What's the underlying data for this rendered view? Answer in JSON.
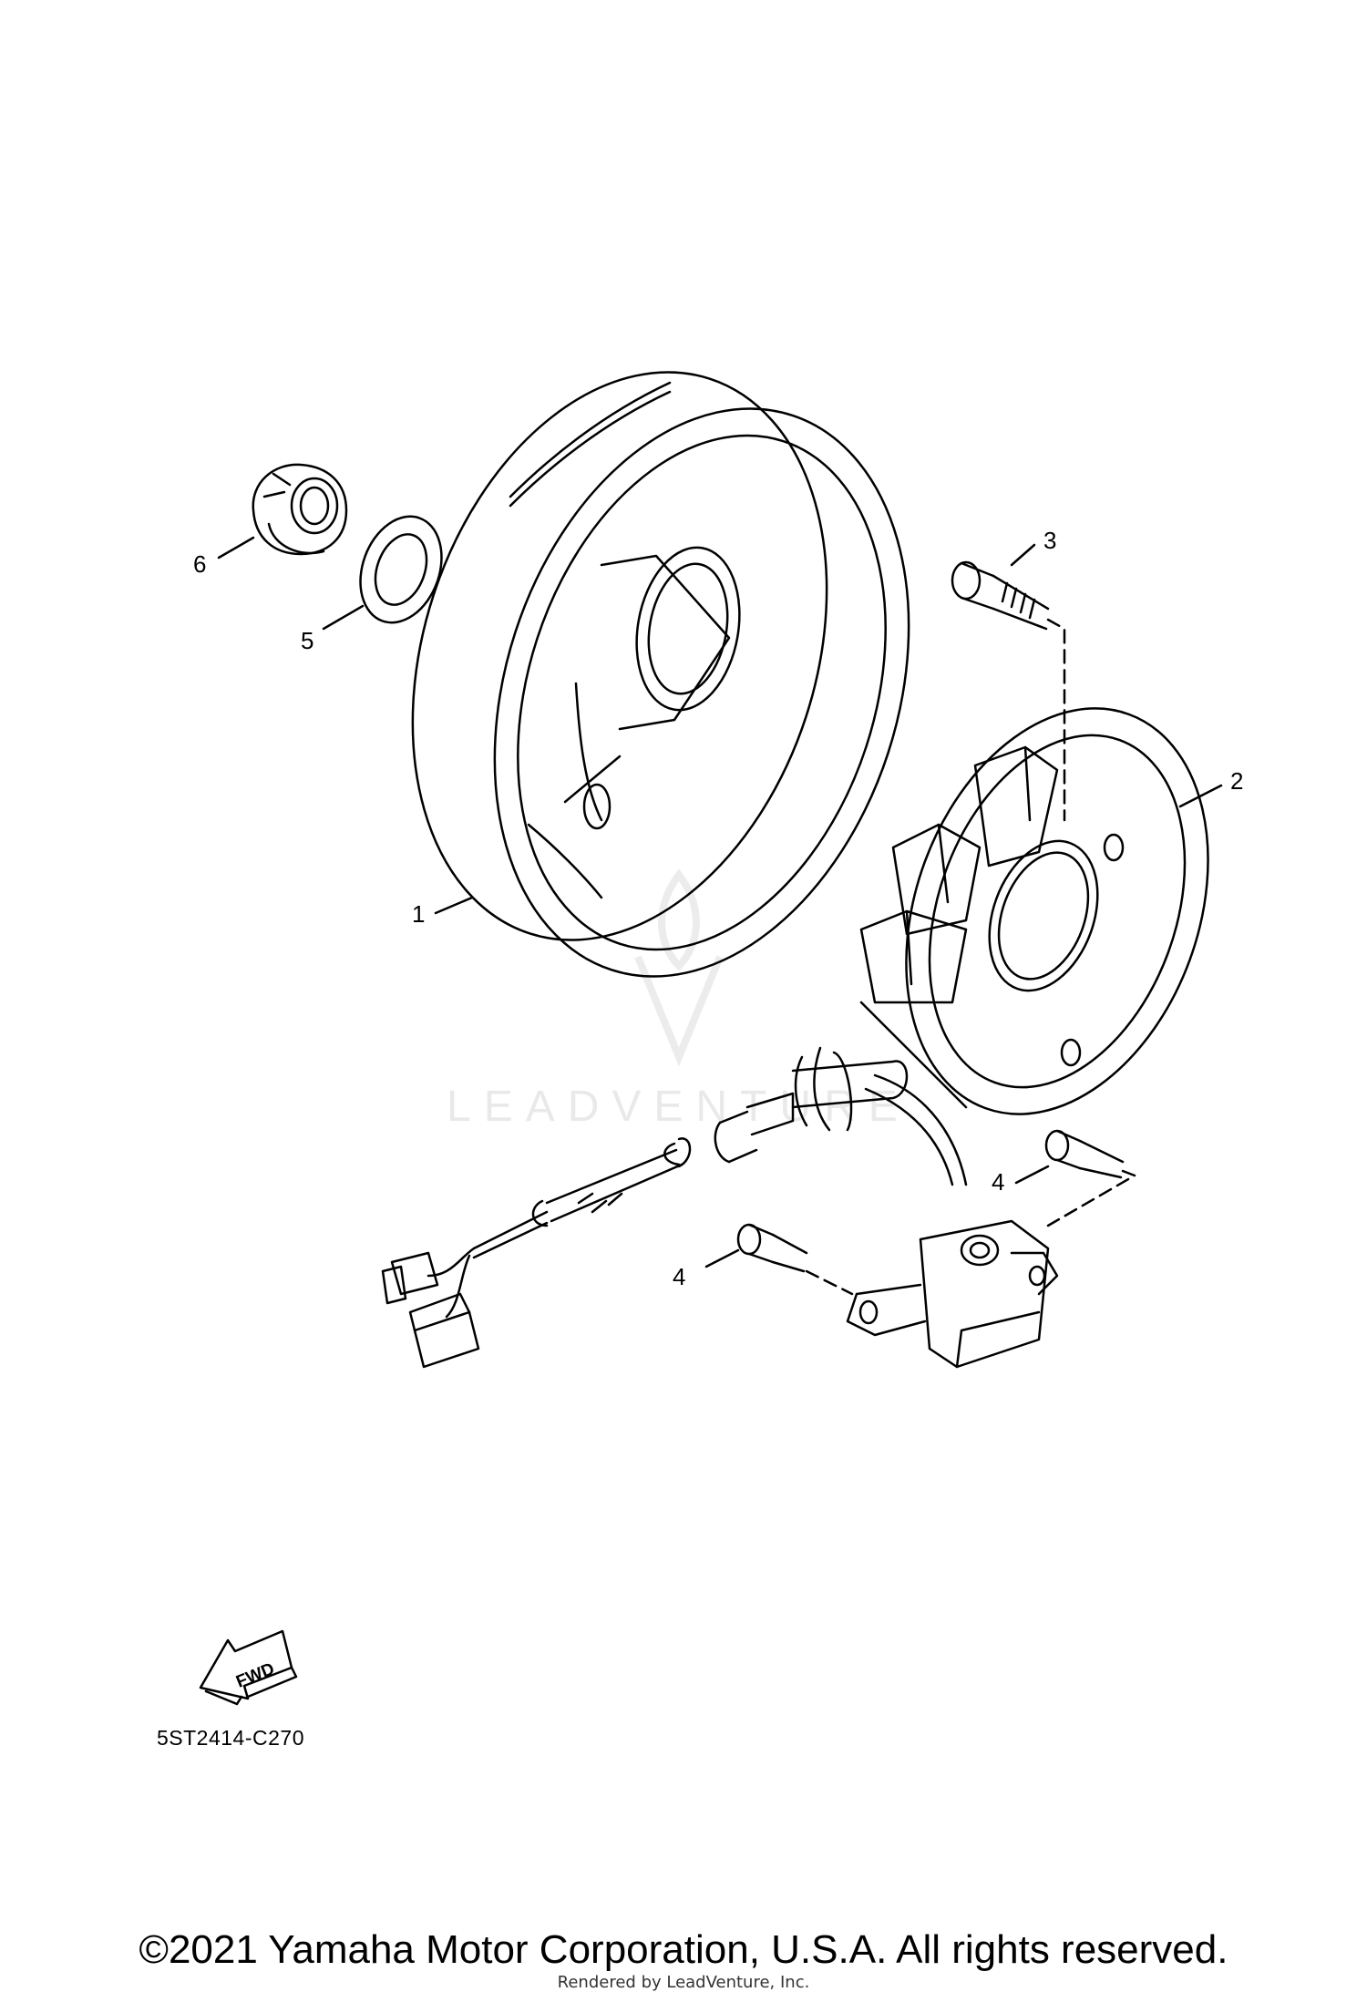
{
  "callouts": {
    "c1": "1",
    "c2": "2",
    "c3": "3",
    "c4a": "4",
    "c4b": "4",
    "c5": "5",
    "c6": "6"
  },
  "fwd_label": "FWD",
  "diagram_code": "5ST2414-C270",
  "watermark": "LEADVENTURE",
  "copyright": "©2021 Yamaha Motor Corporation, U.S.A. All rights reserved.",
  "rendered_by": "Rendered by LeadVenture, Inc.",
  "icons": [
    "fwd-arrow-icon",
    "leadventure-logo-icon"
  ],
  "colors": {
    "line": "#000000",
    "background": "#ffffff",
    "watermark": "#e9e9e9"
  }
}
